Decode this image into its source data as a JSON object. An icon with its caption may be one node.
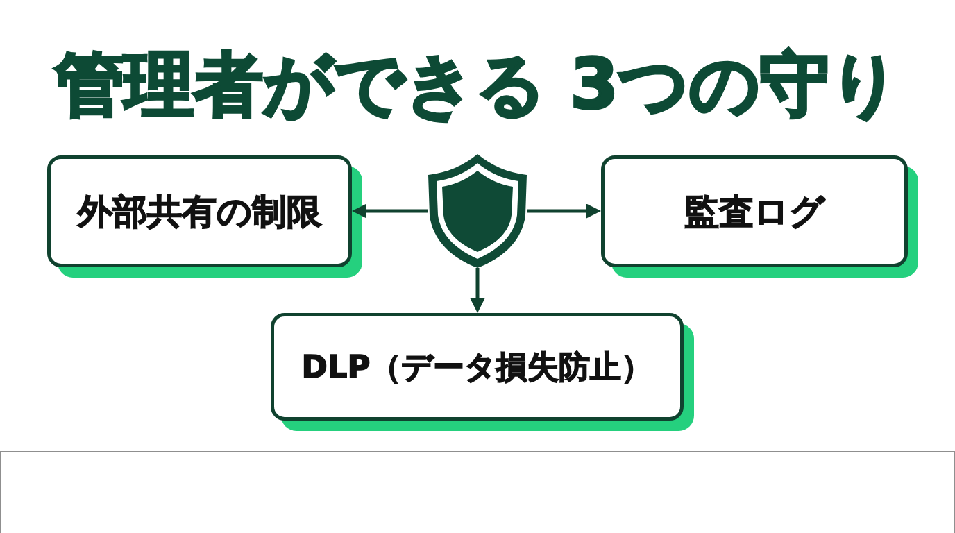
{
  "diagram": {
    "title": "管理者ができる 3つの守り",
    "nodes": [
      {
        "text": [
          "外部共有の制限"
        ]
      },
      {
        "text": [],
        "shape": "picture"
      },
      {
        "text": [
          "監査ログ"
        ]
      },
      {
        "text": [
          "DLP（データ損失防止）"
        ]
      }
    ],
    "edges": [
      {
        "from": 1,
        "to": 0,
        "arrow": "to"
      },
      {
        "from": 1,
        "to": 2,
        "arrow": "to"
      },
      {
        "from": 1,
        "to": 3,
        "arrow": "to"
      }
    ]
  }
}
